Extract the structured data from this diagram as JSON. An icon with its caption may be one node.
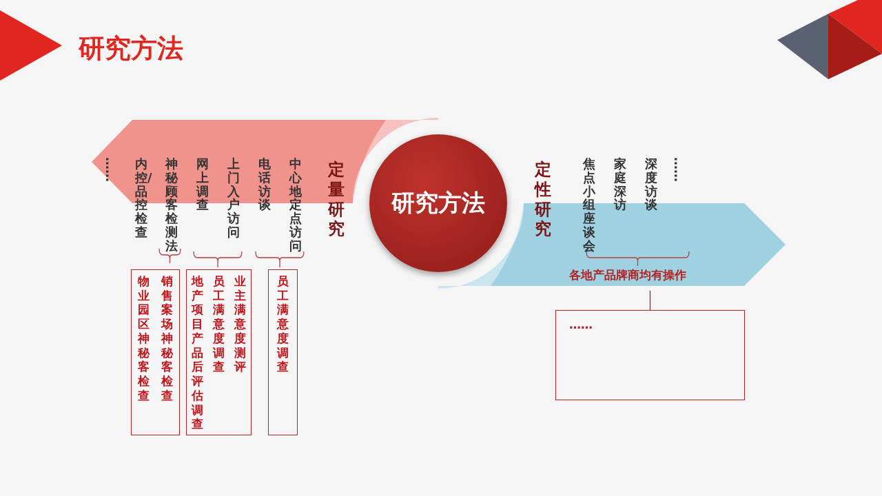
{
  "diagram": {
    "title": "研究方法",
    "nodes": [
      {
        "text": [
          "研究方法"
        ]
      },
      {
        "text": [
          "物业园区神秘客检查",
          "销售案场神秘客检查"
        ]
      },
      {
        "text": [
          "地产项目产品后评估调查",
          "员工满意度调查",
          "业主满意度测评"
        ]
      },
      {
        "text": [
          "员工满意度调查"
        ]
      },
      {
        "text": [
          "各地产品牌商均有操作"
        ]
      },
      {
        "text": [
          "……"
        ]
      }
    ],
    "edges": [
      {
        "from": 4,
        "to": 5,
        "arrow": "none"
      }
    ],
    "labels": [
      "……",
      "内控/品控检查",
      "神秘顾客检测法",
      "网上调查",
      "上门入户访问",
      "电话访谈",
      "中心地定点访问",
      "定量研究",
      "定性研究",
      "焦点小组座谈会",
      "家庭深访",
      "深度访谈",
      "……"
    ]
  }
}
